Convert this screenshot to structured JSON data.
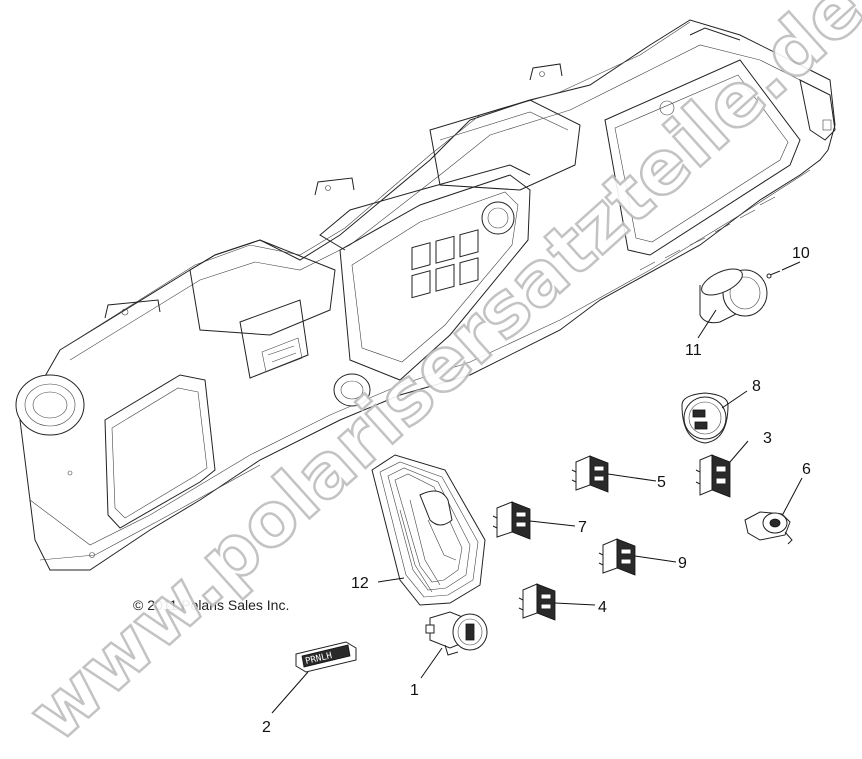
{
  "copyright": "© 2011 Polaris Sales Inc.",
  "watermark": "www.polarisersatzteile.de",
  "callouts": [
    {
      "id": "1",
      "label": "1"
    },
    {
      "id": "2",
      "label": "2"
    },
    {
      "id": "3",
      "label": "3"
    },
    {
      "id": "4",
      "label": "4"
    },
    {
      "id": "5",
      "label": "5"
    },
    {
      "id": "6",
      "label": "6"
    },
    {
      "id": "7",
      "label": "7"
    },
    {
      "id": "8",
      "label": "8"
    },
    {
      "id": "9",
      "label": "9"
    },
    {
      "id": "10",
      "label": "10"
    },
    {
      "id": "11",
      "label": "11"
    },
    {
      "id": "12",
      "label": "12"
    }
  ]
}
